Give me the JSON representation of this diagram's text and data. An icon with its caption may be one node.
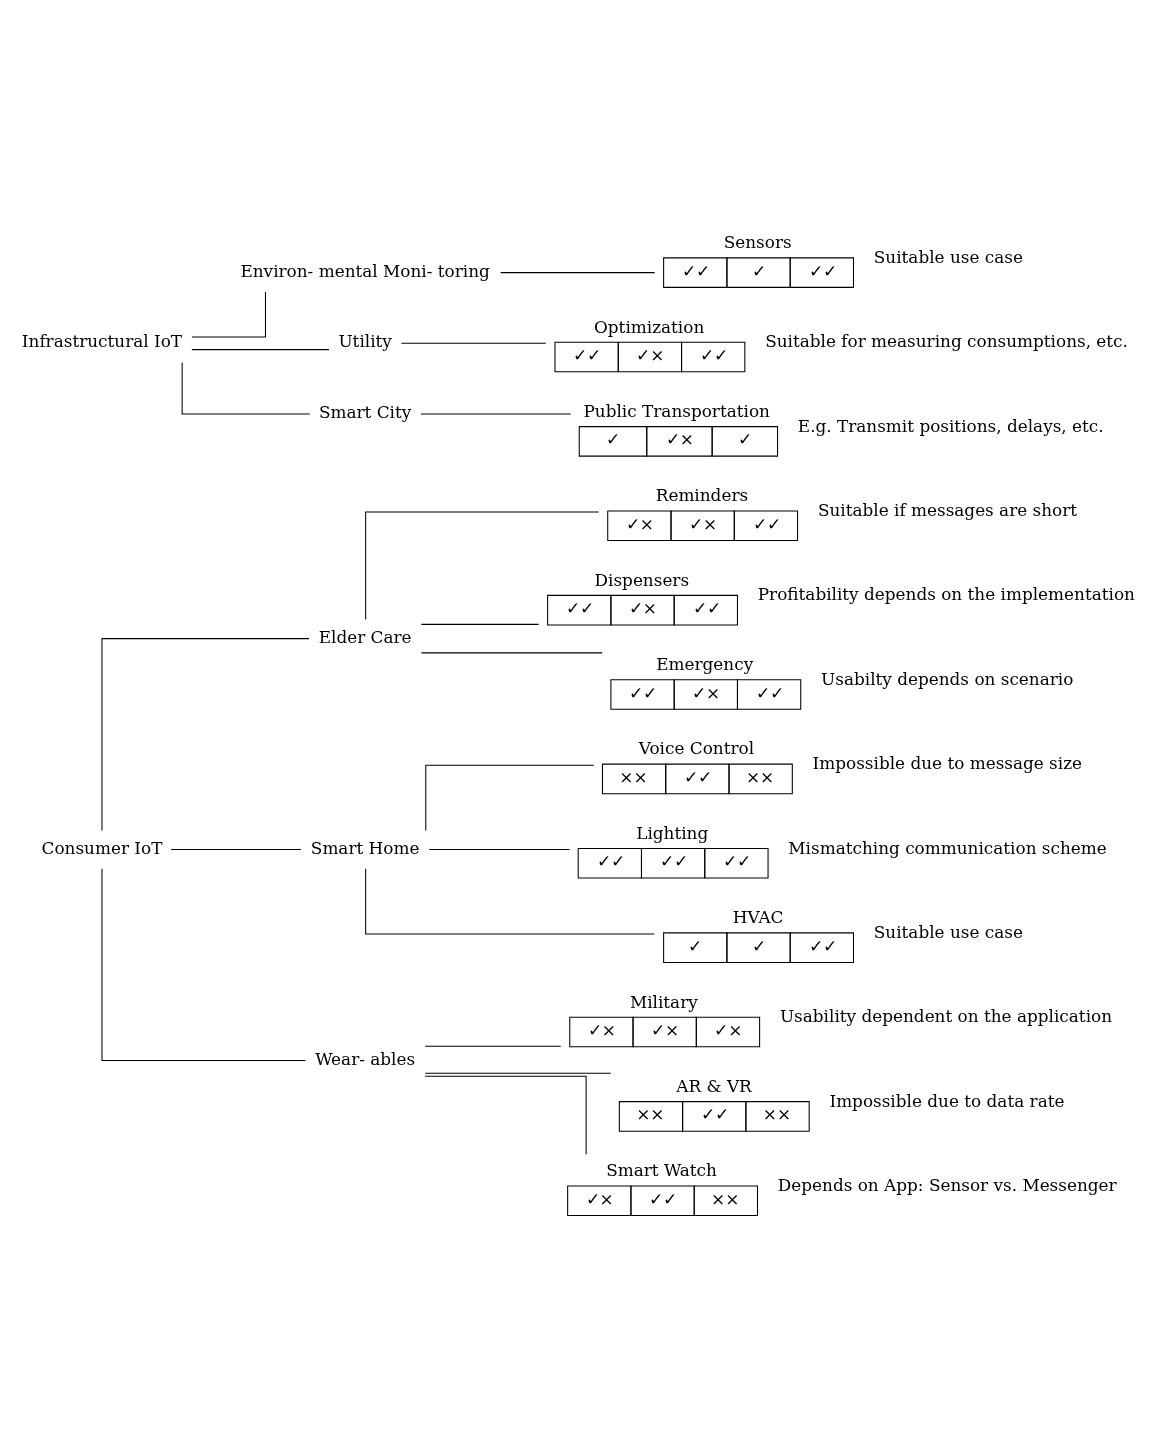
{
  "diagram": {
    "nodes": [
      {
        "text": [
          "Consumer IoT"
        ]
      },
      {
        "text": [
          "Elder Care"
        ]
      },
      {
        "text": [
          "Reminders",
          "✓×",
          "✓×",
          "✓✓"
        ],
        "beside": [
          "Suitable if messages are short"
        ]
      },
      {
        "text": [
          "Dispensers",
          "✓✓",
          "✓×",
          "✓✓"
        ],
        "beside": [
          "Profitability depends on the implementation"
        ]
      },
      {
        "text": [
          "Emergency",
          "✓✓",
          "✓×",
          "✓✓"
        ],
        "beside": [
          "Usabilty depends on scenario"
        ]
      },
      {
        "text": [
          "Smart Home"
        ]
      },
      {
        "text": [
          "Voice Control",
          "××",
          "✓✓",
          "××"
        ],
        "beside": [
          "Impossible due to message size"
        ]
      },
      {
        "text": [
          "Lighting",
          "✓✓",
          "✓✓",
          "✓✓"
        ],
        "beside": [
          "Mismatching communication scheme"
        ]
      },
      {
        "text": [
          "HVAC",
          "✓",
          "✓",
          "✓✓"
        ],
        "beside": [
          "Suitable use case"
        ]
      },
      {
        "text": [
          "Wear- ables"
        ]
      },
      {
        "text": [
          "Military",
          "✓×",
          "✓×",
          "✓×"
        ],
        "beside": [
          "Usability dependent on the application"
        ]
      },
      {
        "text": [
          "AR & VR",
          "××",
          "✓✓",
          "××"
        ],
        "beside": [
          "Impossible due to data rate"
        ]
      },
      {
        "text": [
          "Smart Watch",
          "✓×",
          "✓✓",
          "××"
        ],
        "beside": [
          "Depends on App: Sensor vs. Messenger"
        ]
      },
      {
        "text": [
          "Infrastructural IoT"
        ]
      },
      {
        "text": [
          "Environ- mental Moni- toring"
        ]
      },
      {
        "text": [
          "Sensors",
          "✓✓",
          "✓",
          "✓✓"
        ],
        "beside": [
          "Suitable use case"
        ]
      },
      {
        "text": [
          "Utility"
        ]
      },
      {
        "text": [
          "Optimization",
          "✓✓",
          "✓×",
          "✓✓"
        ],
        "beside": [
          "Suitable for measuring consumptions, etc."
        ]
      },
      {
        "text": [
          "Smart City"
        ]
      },
      {
        "text": [
          "Public Transportation",
          "✓",
          "✓×",
          "✓"
        ],
        "beside": [
          "E.g. Transmit positions, delays, etc."
        ]
      }
    ],
    "edges": [
      {
        "from": 0,
        "to": 1,
        "arrow": "none"
      },
      {
        "from": 0,
        "to": 5,
        "arrow": "none"
      },
      {
        "from": 0,
        "to": 9,
        "arrow": "none"
      },
      {
        "from": 1,
        "to": 2,
        "arrow": "none"
      },
      {
        "from": 1,
        "to": 3,
        "arrow": "none"
      },
      {
        "from": 1,
        "to": 4,
        "arrow": "none"
      },
      {
        "from": 5,
        "to": 6,
        "arrow": "none"
      },
      {
        "from": 5,
        "to": 7,
        "arrow": "none"
      },
      {
        "from": 5,
        "to": 8,
        "arrow": "none"
      },
      {
        "from": 9,
        "to": 10,
        "arrow": "none"
      },
      {
        "from": 9,
        "to": 11,
        "arrow": "none"
      },
      {
        "from": 9,
        "to": 12,
        "arrow": "none"
      },
      {
        "from": 13,
        "to": 14,
        "arrow": "none"
      },
      {
        "from": 13,
        "to": 16,
        "arrow": "none"
      },
      {
        "from": 13,
        "to": 18,
        "arrow": "none"
      },
      {
        "from": 14,
        "to": 15,
        "arrow": "none"
      },
      {
        "from": 16,
        "to": 17,
        "arrow": "none"
      },
      {
        "from": 18,
        "to": 19,
        "arrow": "none"
      }
    ]
  }
}
